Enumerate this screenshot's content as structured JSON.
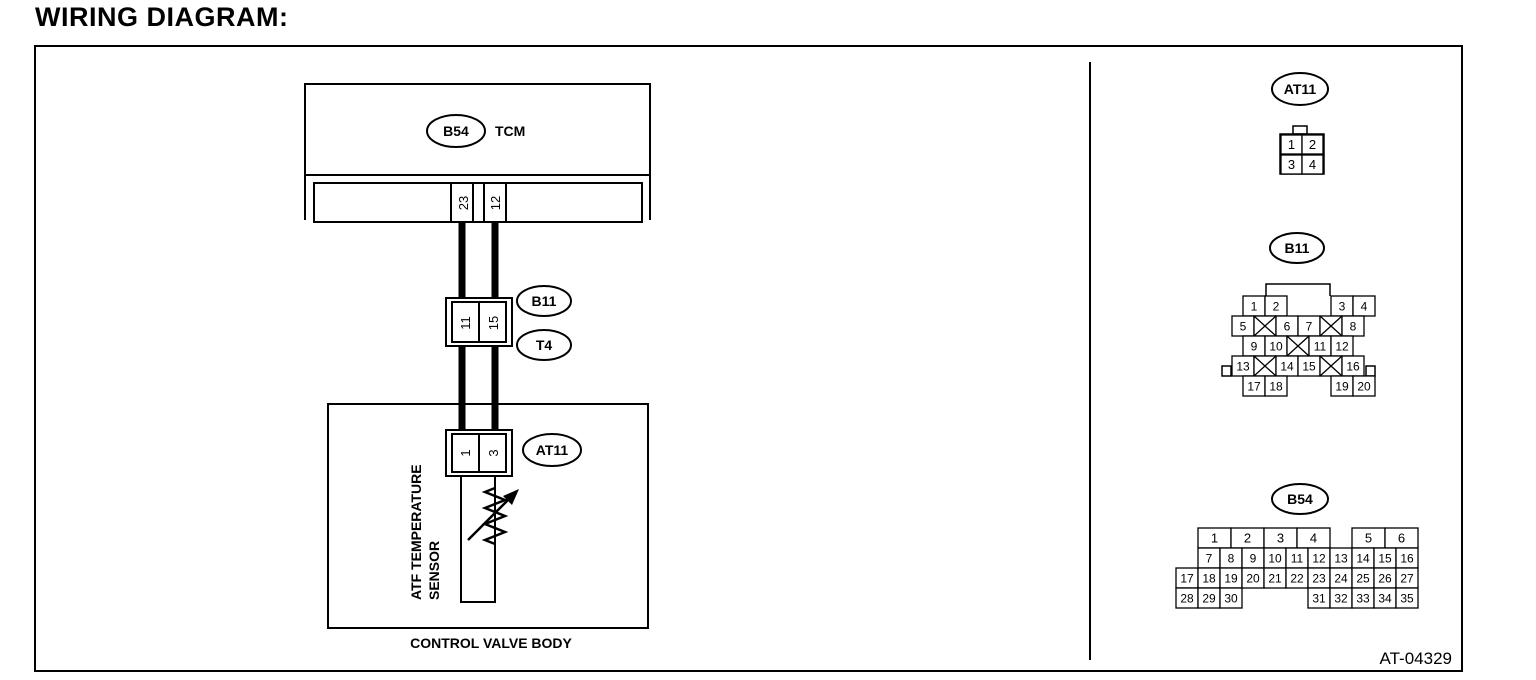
{
  "title": "WIRING DIAGRAM:",
  "figure_id": "AT-04329",
  "tcm": {
    "connector": "B54",
    "label": "TCM",
    "pins": [
      "23",
      "12"
    ]
  },
  "joint": {
    "connector_top": "B11",
    "connector_bottom": "T4",
    "pins": [
      "11",
      "15"
    ]
  },
  "sensor": {
    "connector": "AT11",
    "pins": [
      "1",
      "3"
    ],
    "label_line1": "ATF TEMPERATURE",
    "label_line2": "SENSOR",
    "enclosure_label": "CONTROL VALVE BODY"
  },
  "connector_views": {
    "at11": {
      "name": "AT11",
      "pins": [
        "1",
        "2",
        "3",
        "4"
      ]
    },
    "b11": {
      "name": "B11",
      "pins": [
        "1",
        "2",
        "3",
        "4",
        "5",
        "6",
        "7",
        "8",
        "9",
        "10",
        "11",
        "12",
        "13",
        "14",
        "15",
        "16",
        "17",
        "18",
        "19",
        "20"
      ]
    },
    "b54": {
      "name": "B54",
      "pins": [
        "1",
        "2",
        "3",
        "4",
        "5",
        "6",
        "7",
        "8",
        "9",
        "10",
        "11",
        "12",
        "13",
        "14",
        "15",
        "16",
        "17",
        "18",
        "19",
        "20",
        "21",
        "22",
        "23",
        "24",
        "25",
        "26",
        "27",
        "28",
        "29",
        "30",
        "31",
        "32",
        "33",
        "34",
        "35"
      ]
    }
  }
}
